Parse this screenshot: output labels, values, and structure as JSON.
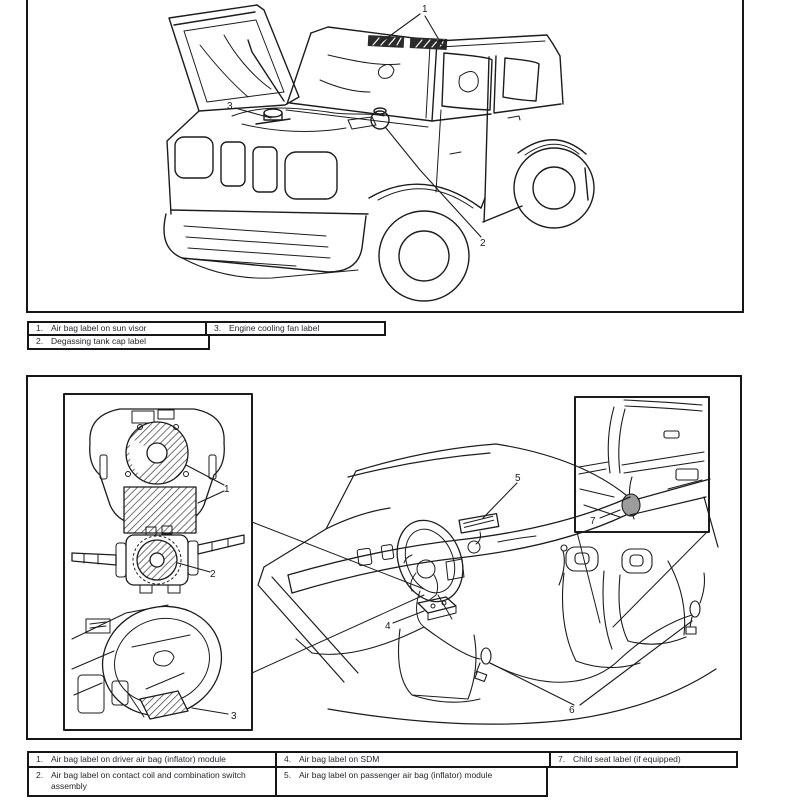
{
  "colors": {
    "ink": "#1c1c1c",
    "text": "#26262c",
    "background": "#ffffff"
  },
  "figure_top": {
    "callouts": {
      "1": "1",
      "2": "2",
      "3": "3"
    }
  },
  "legend_top": {
    "rows": [
      {
        "cells": [
          {
            "num": "1.",
            "label": "Air bag label on sun visor"
          },
          {
            "num": "3.",
            "label": "Engine cooling fan label"
          }
        ]
      },
      {
        "cells": [
          {
            "num": "2.",
            "label": "Degassing tank cap label"
          }
        ]
      }
    ]
  },
  "figure_bottom": {
    "callouts": {
      "1": "1",
      "2": "2",
      "3": "3",
      "4": "4",
      "5": "5",
      "6": "6",
      "7": "7"
    }
  },
  "legend_bottom": {
    "rows": [
      {
        "cells": [
          {
            "num": "1.",
            "label": "Air bag label on driver air bag (inflator) module"
          },
          {
            "num": "4.",
            "label": "Air bag label on SDM"
          },
          {
            "num": "7.",
            "label": "Child seat label (if equipped)"
          }
        ]
      },
      {
        "cells": [
          {
            "num": "2.",
            "label": "Air bag label on contact coil and combination switch assembly"
          },
          {
            "num": "5.",
            "label": "Air bag label on passenger air bag (inflator) module"
          }
        ]
      }
    ]
  }
}
